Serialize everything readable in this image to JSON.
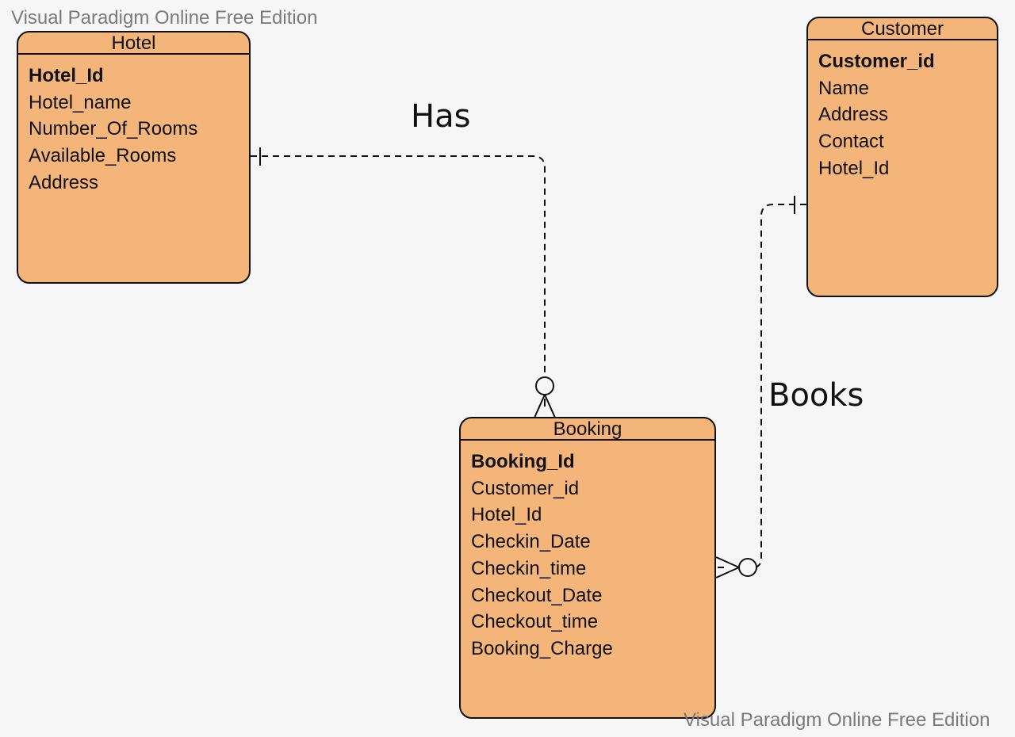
{
  "watermark": {
    "top": "Visual Paradigm Online Free Edition",
    "bottom": "Visual Paradigm Online Free Edition"
  },
  "entities": {
    "hotel": {
      "name": "Hotel",
      "attributes": [
        "Hotel_Id",
        "Hotel_name",
        "Number_Of_Rooms",
        "Available_Rooms",
        "Address"
      ]
    },
    "customer": {
      "name": "Customer",
      "attributes": [
        "Customer_id",
        "Name",
        "Address",
        "Contact",
        "Hotel_Id"
      ]
    },
    "booking": {
      "name": "Booking",
      "attributes": [
        "Booking_Id",
        "Customer_id",
        "Hotel_Id",
        "Checkin_Date",
        "Checkin_time",
        "Checkout_Date",
        "Checkout_time",
        "Booking_Charge"
      ]
    }
  },
  "relationships": {
    "has": {
      "label": "Has",
      "from": "Hotel",
      "from_cardinality": "one",
      "to": "Booking",
      "to_cardinality": "zero-or-many"
    },
    "books": {
      "label": "Books",
      "from": "Customer",
      "from_cardinality": "one",
      "to": "Booking",
      "to_cardinality": "zero-or-many"
    }
  },
  "colors": {
    "entity_fill": "#f3b57a",
    "border": "#111111",
    "background": "#f6f6f6",
    "watermark": "#7a7a7a"
  }
}
